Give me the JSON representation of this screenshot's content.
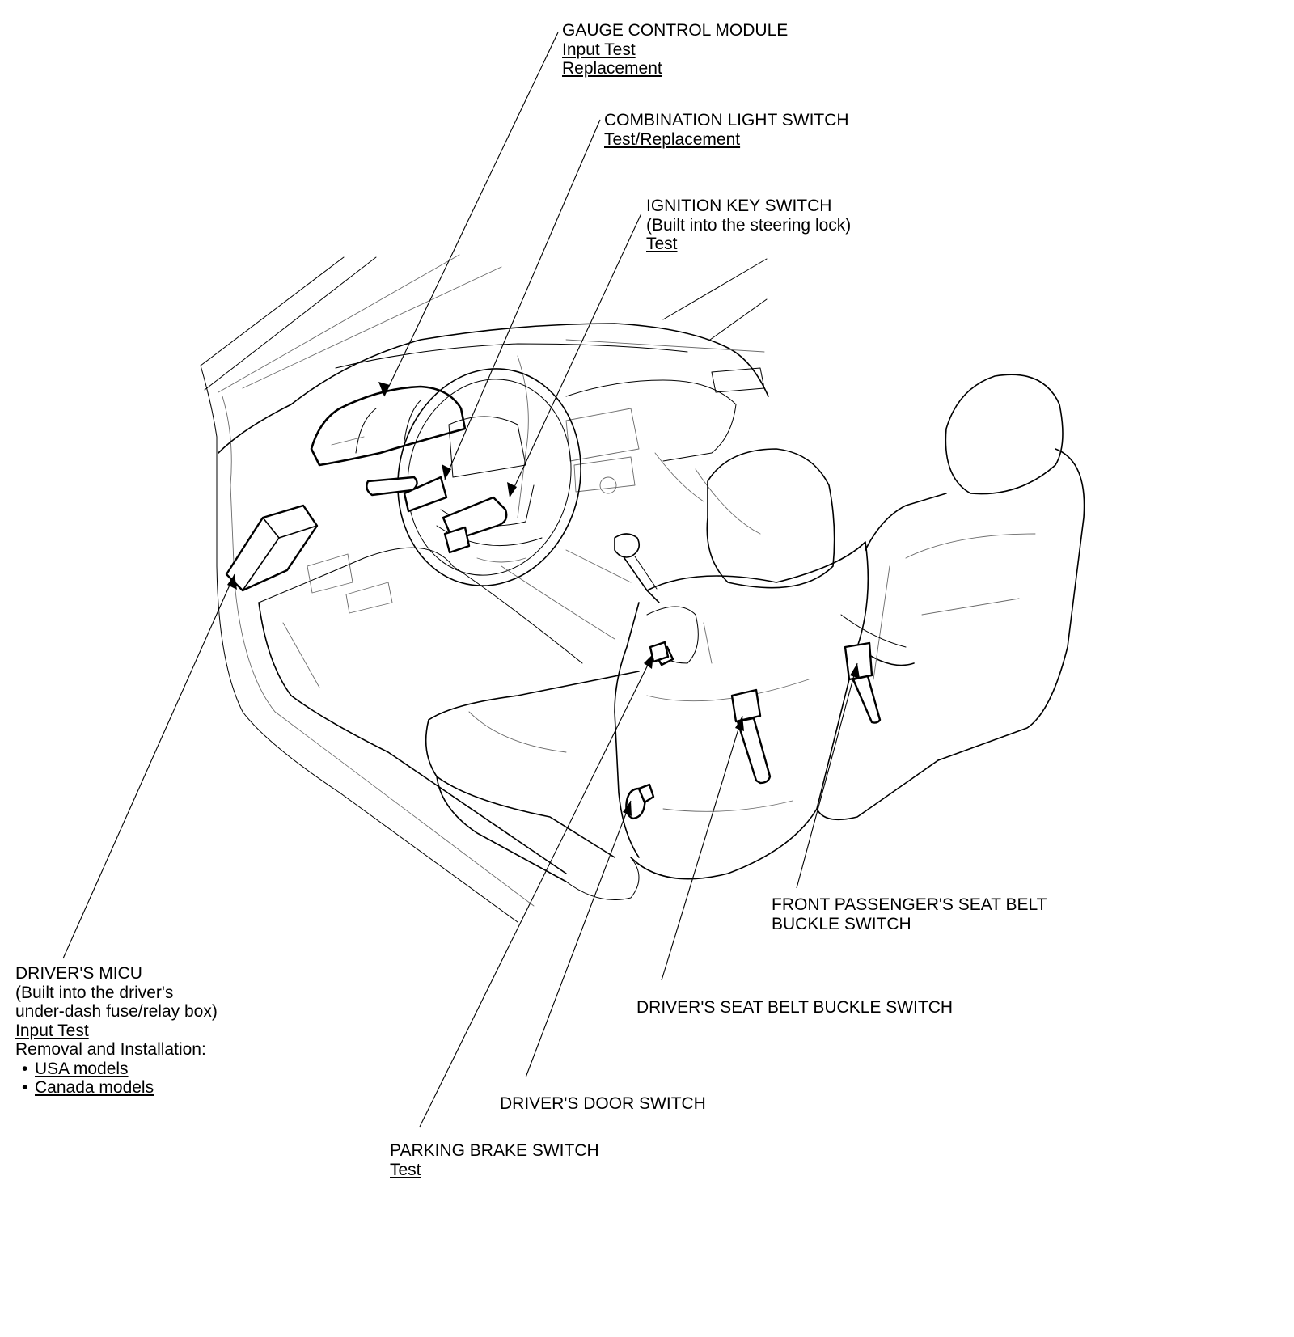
{
  "labels": {
    "gauge": {
      "title": "GAUGE CONTROL MODULE",
      "link1": "Input Test",
      "link2": "Replacement"
    },
    "combo": {
      "title": "COMBINATION LIGHT SWITCH",
      "link1": "Test/Replacement"
    },
    "ignition": {
      "title": "IGNITION KEY SWITCH",
      "note": "(Built into the steering lock)",
      "link1": "Test"
    },
    "micu": {
      "title": "DRIVER'S MICU",
      "note1": "(Built into the driver's",
      "note2": "under-dash fuse/relay box)",
      "link1": "Input Test",
      "removal": "Removal and Installation:",
      "bullet": "•",
      "usa": "USA models",
      "canada": "Canada models"
    },
    "passenger_buckle": {
      "line1": "FRONT PASSENGER'S SEAT BELT",
      "line2": "BUCKLE SWITCH"
    },
    "driver_buckle": {
      "title": "DRIVER'S SEAT BELT BUCKLE SWITCH"
    },
    "door": {
      "title": "DRIVER'S DOOR SWITCH"
    },
    "parking": {
      "title": "PARKING BRAKE SWITCH",
      "link1": "Test"
    }
  }
}
